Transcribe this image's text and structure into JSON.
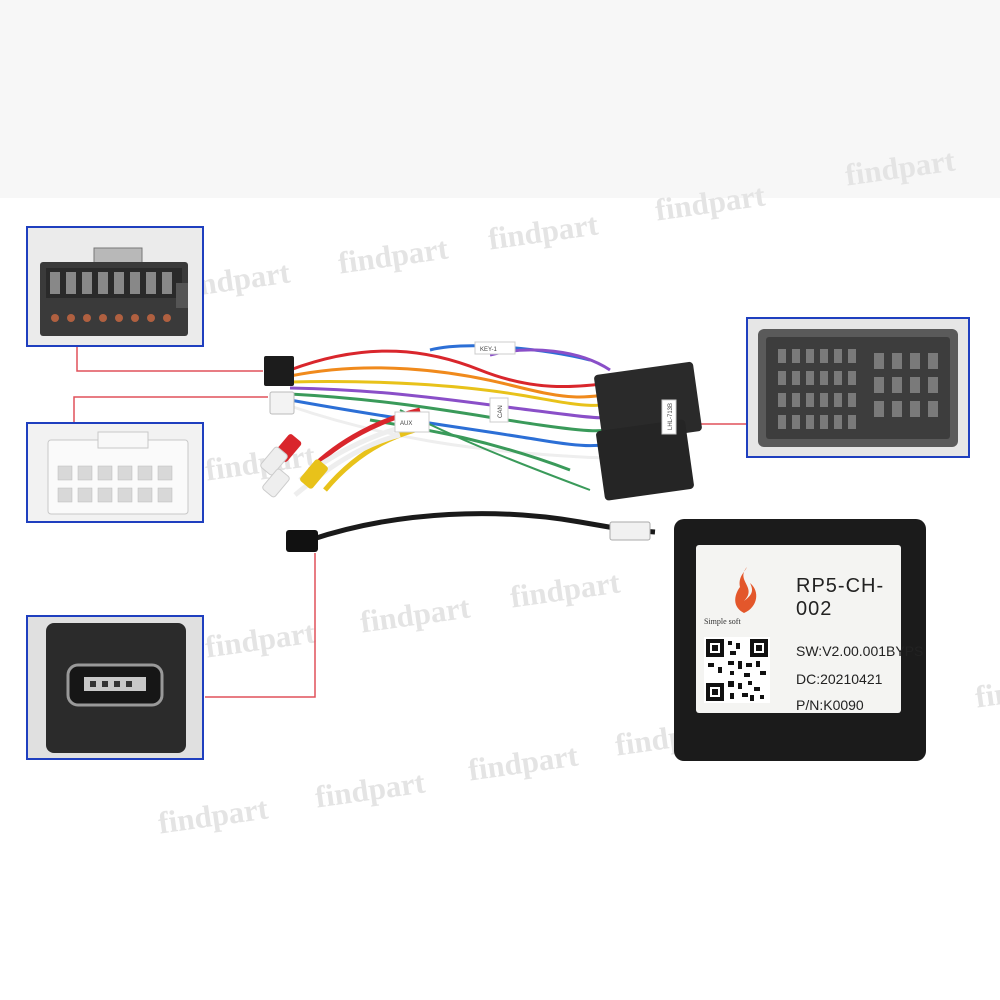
{
  "watermark": "findpart",
  "module": {
    "model": "RP5-CH-002",
    "brand": "Simple soft",
    "sw": "SW:V2.00.001BYPS",
    "dc": "DC:20210421",
    "pn": "P/N:K0090"
  },
  "harness_labels": {
    "key": "KEY-1",
    "tag_a": "LHL-713B",
    "tag_b": "CAN",
    "tag_c": "AUX"
  },
  "colors": {
    "callout_border": "#1f3fbf",
    "leader_line": "#e0505a",
    "wire_red": "#d9262c",
    "wire_yellow": "#e8c21a",
    "wire_white": "#eeeeee",
    "wire_green": "#3a9a5a",
    "wire_orange": "#f08a1c",
    "wire_purple": "#8a4fc8",
    "wire_blue": "#2c6fd6"
  }
}
